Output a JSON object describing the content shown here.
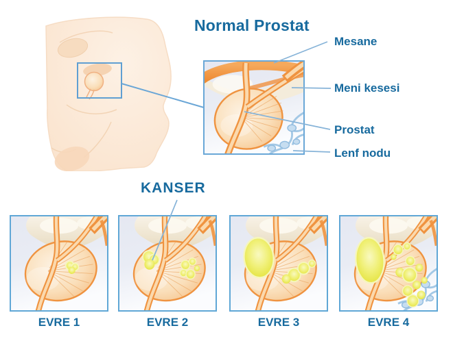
{
  "title": "Normal Prostat",
  "cancer_label": "KANSER",
  "anatomy_labels": [
    {
      "id": "mesane",
      "label": "Mesane"
    },
    {
      "id": "meni-kesesi",
      "label": "Meni kesesi"
    },
    {
      "id": "prostat",
      "label": "Prostat"
    },
    {
      "id": "lenf-nodu",
      "label": "Lenf nodu"
    }
  ],
  "stages": [
    {
      "label": "EVRE 1"
    },
    {
      "label": "EVRE 2"
    },
    {
      "label": "EVRE 3"
    },
    {
      "label": "EVRE 4"
    }
  ],
  "colors": {
    "heading_text": "#176a9e",
    "connector_line": "#86b3d8",
    "box_border": "#5fa7d6",
    "anatomy_orange": "#ef9340",
    "tumor_yellow": "#eeee6e",
    "lymph_blue": "#a3c8e5",
    "skin_tone": "#fae3cd",
    "panel_background": "#e9ecf4"
  }
}
